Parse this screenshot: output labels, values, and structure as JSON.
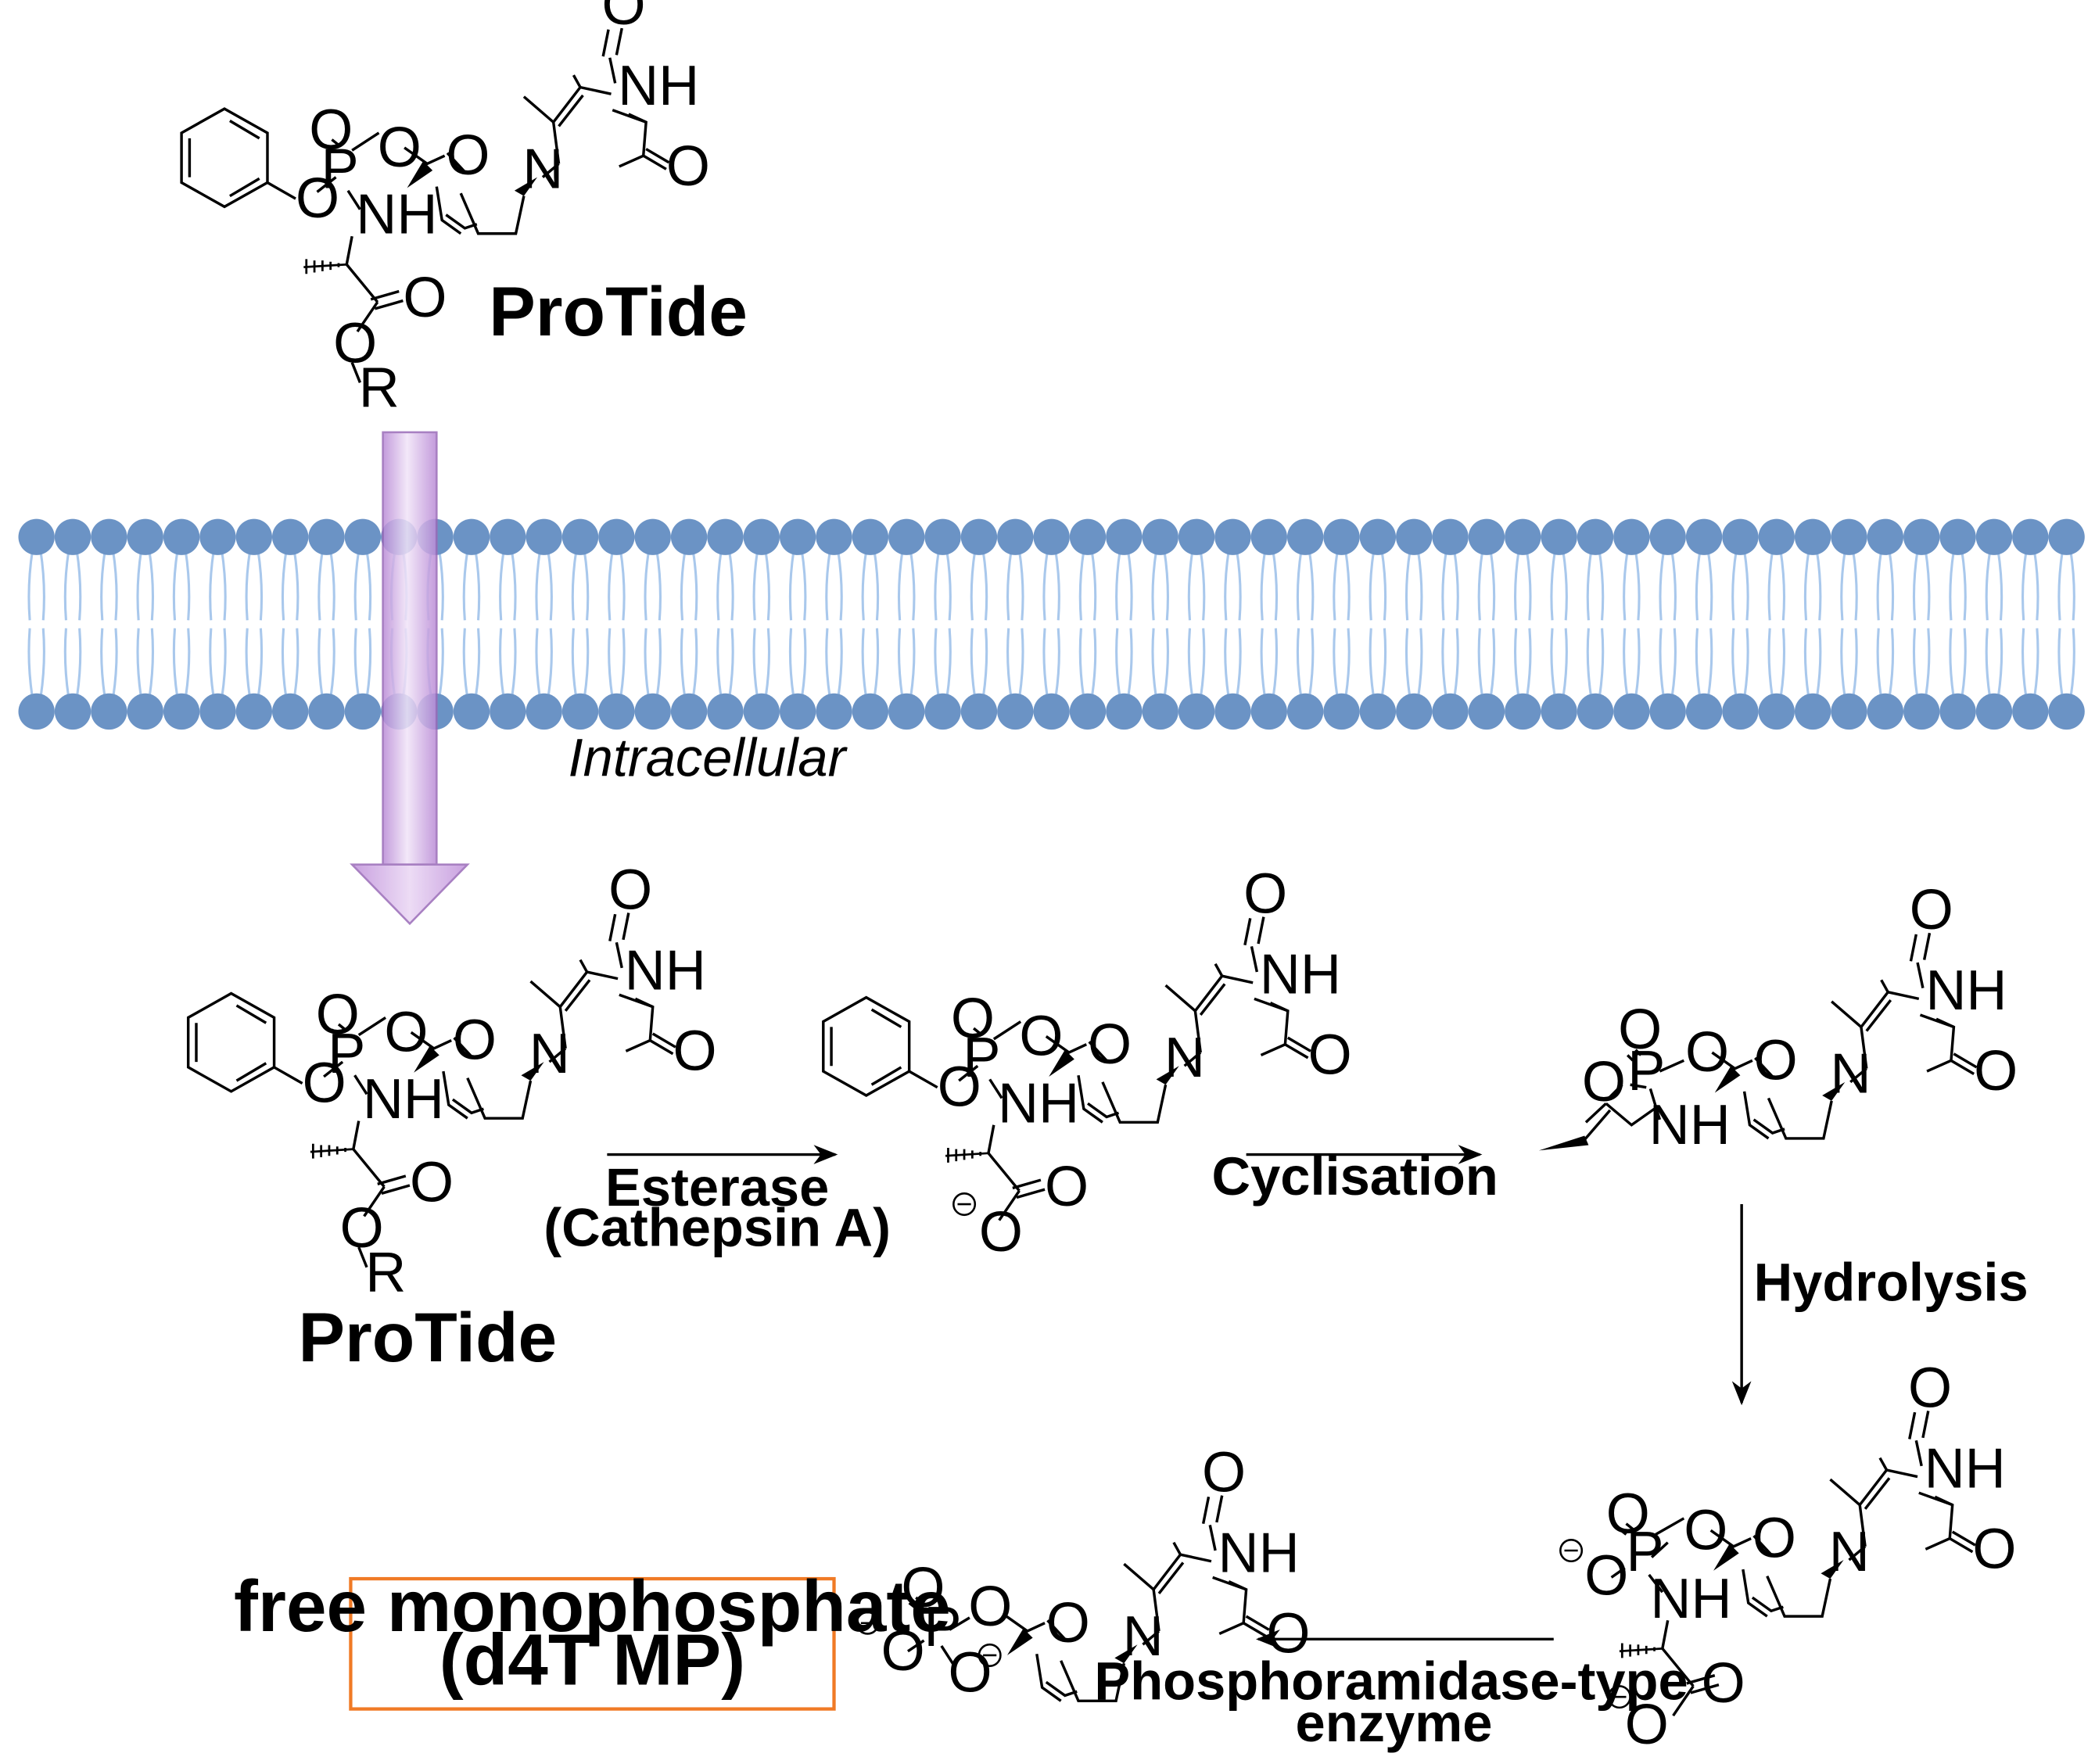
{
  "labels": {
    "protide_top": "ProTide",
    "protide_bottom": "ProTide",
    "intracellular": "Intracellular",
    "esterase_line1": "Esterase",
    "esterase_line2": "(Cathepsin A)",
    "cyclisation": "Cyclisation",
    "hydrolysis": "Hydrolysis",
    "phosphoramidase_line1": "Phosphoramidase-type",
    "phosphoramidase_line2": "enzyme",
    "final_line1": "free monophosphate",
    "final_line2": "(d4T MP)"
  },
  "atoms": {
    "O": "O",
    "N": "N",
    "NH": "NH",
    "P": "P",
    "R": "R",
    "minus": "−"
  },
  "colors": {
    "membrane_head": "#6b93c5",
    "membrane_tail": "#a9c8ec",
    "arrow_purple": "#c79adf",
    "box_orange": "#f07a25"
  }
}
